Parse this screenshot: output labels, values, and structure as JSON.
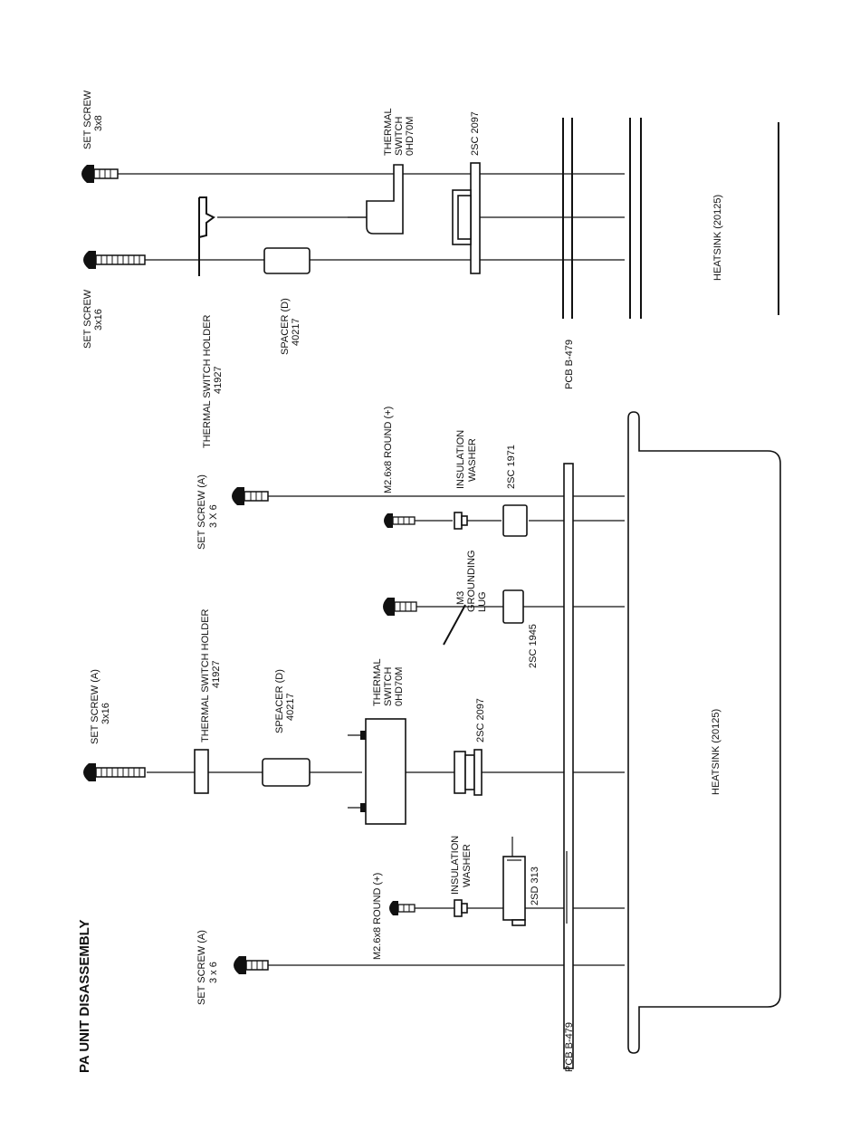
{
  "title": "PA UNIT DISASSEMBLY",
  "colors": {
    "ink": "#111111",
    "paper": "#ffffff"
  },
  "top_assembly": {
    "set_screw_3x8": [
      "SET SCREW",
      "3x8"
    ],
    "set_screw_3x16": [
      "SET SCREW",
      "3x16"
    ],
    "thermal_switch_holder": [
      "THERMAL SWITCH HOLDER",
      "41927"
    ],
    "spacer": [
      "SPACER (D)",
      "40217"
    ],
    "thermal_switch": [
      "THERMAL",
      "SWITCH",
      "0HD70M"
    ],
    "transistor": "2SC 2097",
    "pcb": "PCB B-479",
    "heatsink": "HEATSINK (20125)"
  },
  "bottom_assembly": {
    "set_screw_a_top": [
      "SET SCREW (A)",
      "3 X 6"
    ],
    "m26_round_top": "M2.6x8 ROUND (+)",
    "insulation_washer_top": [
      "INSULATION",
      "WASHER"
    ],
    "transistor_1971": "2SC 1971",
    "grounding_lug": [
      "M3",
      "GROUNDING",
      "LUG"
    ],
    "transistor_1945": "2SC 1945",
    "thermal_switch_holder": [
      "THERMAL SWITCH HOLDER",
      "41927"
    ],
    "set_screw_a_3x16": [
      "SET SCREW (A)",
      "3x16"
    ],
    "spacer": [
      "SPEACER (D)",
      "40217"
    ],
    "thermal_switch": [
      "THERMAL",
      "SWITCH",
      "0HD70M"
    ],
    "transistor_2097": "2SC 2097",
    "m26_round_bottom": "M2.6x8 ROUND (+)",
    "insulation_washer_bottom": [
      "INSULATION",
      "WASHER"
    ],
    "transistor_313": "2SD 313",
    "set_screw_a_bottom": [
      "SET SCREW (A)",
      "3 x 6"
    ],
    "pcb": "PCB B-479",
    "heatsink": "HEATSINK (20125)"
  }
}
